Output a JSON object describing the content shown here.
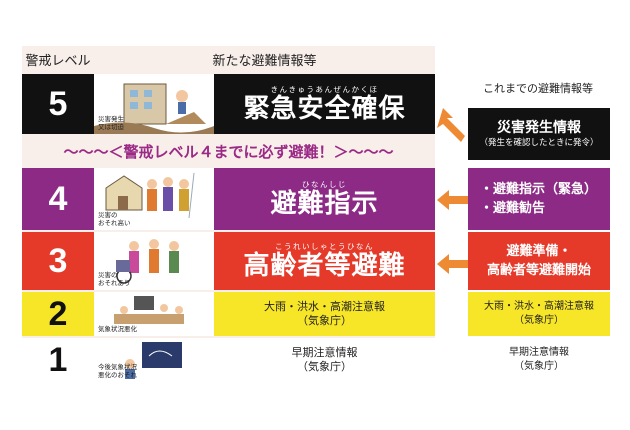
{
  "headers": {
    "level": "警戒レベル",
    "new_info": "新たな避難情報等",
    "old_info": "これまでの避難情報等"
  },
  "banner": "〜〜〜＜警戒レベル４までに必ず避難！＞〜〜〜",
  "levels": [
    {
      "num": "5",
      "ruby": "きんきゅうあんぜんかくほ",
      "label": "緊急安全確保",
      "caption": "災害発生\n又は切迫"
    },
    {
      "num": "4",
      "ruby": "ひなんしじ",
      "label": "避難指示",
      "caption": "災害の\nおそれ高い"
    },
    {
      "num": "3",
      "ruby": "こうれいしゃとうひなん",
      "label": "高齢者等避難",
      "caption": "災害の\nおそれあり"
    },
    {
      "num": "2",
      "label": "大雨・洪水・高潮注意報",
      "sub": "（気象庁）",
      "caption": "気象状況悪化"
    },
    {
      "num": "1",
      "label": "早期注意情報",
      "sub": "（気象庁）",
      "caption": "今後気象状況\n悪化のおそれ"
    }
  ],
  "old": [
    {
      "title": "災害発生情報",
      "note": "（発生を確認したときに発令）"
    },
    {
      "line1": "・避難指示（緊急）",
      "line2": "・避難勧告"
    },
    {
      "line1": "避難準備・",
      "line2": "高齢者等避難開始"
    },
    {
      "label": "大雨・洪水・高潮注意報",
      "sub": "（気象庁）"
    },
    {
      "label": "早期注意情報",
      "sub": "（気象庁）"
    }
  ],
  "colors": {
    "level5": "#111111",
    "level4": "#8c2a86",
    "level3": "#e53a2a",
    "level2": "#f7e528",
    "level1": "#ffffff",
    "arrow": "#ee8a33",
    "frame": "#f8eeea",
    "banner_text": "#9b2a86"
  }
}
